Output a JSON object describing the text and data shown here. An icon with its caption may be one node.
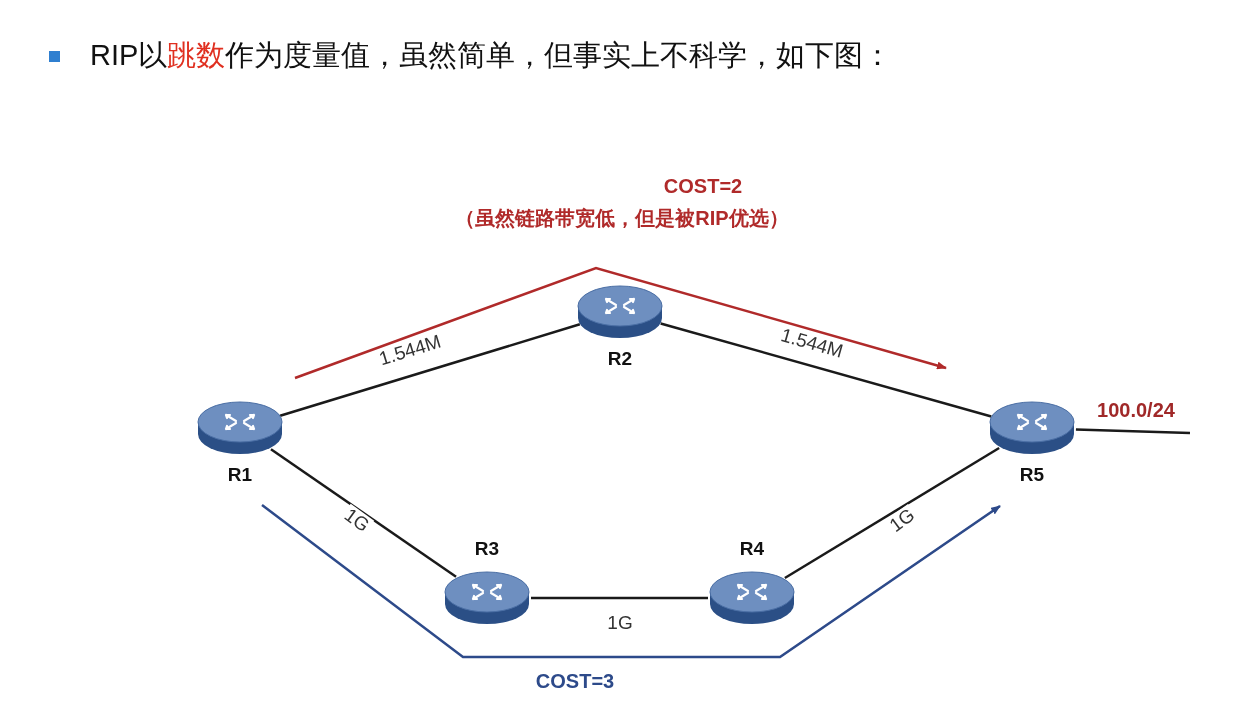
{
  "diagram": {
    "title": "RIP以**跳数**作为度量值，虽然简单，但事实上不科学，如下图：",
    "nodes": [
      {
        "text": [
          "R1"
        ]
      },
      {
        "text": [
          "R2"
        ]
      },
      {
        "text": [
          "R3"
        ]
      },
      {
        "text": [
          "R4"
        ]
      },
      {
        "text": [
          "R5"
        ]
      }
    ],
    "edges": [
      {
        "from": 0,
        "to": 1,
        "arrow": "none",
        "label": "1.544M"
      },
      {
        "from": 1,
        "to": 4,
        "arrow": "none",
        "label": "1.544M"
      },
      {
        "from": 0,
        "to": 2,
        "arrow": "none",
        "label": "1G"
      },
      {
        "from": 2,
        "to": 3,
        "arrow": "none",
        "label": "1G"
      },
      {
        "from": 3,
        "to": 4,
        "arrow": "none",
        "label": "1G"
      },
      {
        "from": 4,
        "to": null,
        "arrow": "none",
        "label": "100.0/24"
      }
    ],
    "labels": [
      "COST=2",
      "（虽然链路带宽低，但是被RIP优选）",
      "COST=3"
    ]
  }
}
